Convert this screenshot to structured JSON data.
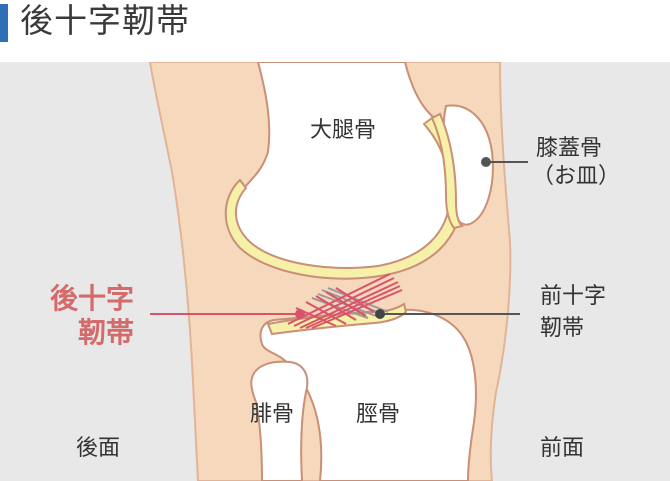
{
  "title": "後十字靭帯",
  "labels": {
    "femur": "大腿骨",
    "patella_line1": "膝蓋骨",
    "patella_line2": "（お皿）",
    "pcl_line1": "後十字",
    "pcl_line2": "靭帯",
    "acl_line1": "前十字",
    "acl_line2": "靭帯",
    "fibula": "腓骨",
    "tibia": "脛骨",
    "back": "後面",
    "front": "前面"
  },
  "colors": {
    "accent_bar": "#2f6fb5",
    "background_gray": "#e8e8e8",
    "skin": "#f6d8bc",
    "bone_outline": "#c98f77",
    "cartilage": "#f6f0a8",
    "pcl": "#d9536b",
    "acl": "#9a9a9a",
    "pcl_label": "#d46a6a"
  }
}
